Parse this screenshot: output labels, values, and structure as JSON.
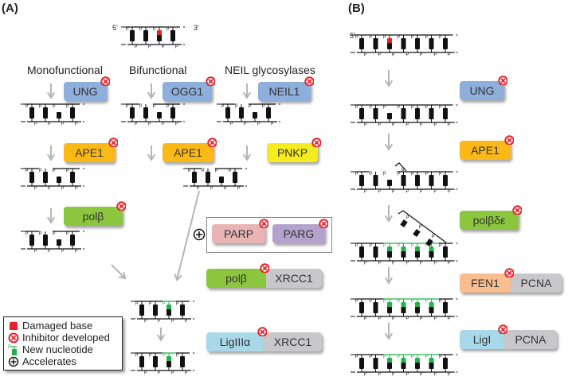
{
  "panels": {
    "A": {
      "label": "(A)",
      "routes": {
        "monofunctional": "Monofunctional",
        "bifunctional": "Bifunctional",
        "neil": "NEIL glycosylases"
      },
      "strand_ends": {
        "five": "5'",
        "three": "3'"
      },
      "enzymes": {
        "ung": "UNG",
        "ogg1": "OGG1",
        "neil1": "NEIL1",
        "ape1_mono": "APE1",
        "ape1_bi": "APE1",
        "pnkp": "PNKP",
        "polb_mono": "polβ",
        "parp": "PARP",
        "parg": "PARG",
        "polb_main": "polβ",
        "xrcc1_a": "XRCC1",
        "lig3": "LigIIIα",
        "xrcc1_b": "XRCC1"
      }
    },
    "B": {
      "label": "(B)",
      "strand_ends": {
        "five": "5'"
      },
      "enzymes": {
        "ung": "UNG",
        "ape1": "APE1",
        "polbde": "polβδε",
        "fen1": "FEN1",
        "pcna_a": "PCNA",
        "lig1": "LigI",
        "pcna_b": "PCNA"
      }
    }
  },
  "legend": {
    "items": [
      {
        "icon": "damaged-base-icon",
        "label": "Damaged base"
      },
      {
        "icon": "inhibitor-icon",
        "label": "Inhibitor developed"
      },
      {
        "icon": "new-nucleotide-icon",
        "label": "New nucleotide"
      },
      {
        "icon": "accelerates-icon",
        "label": "Accelerates"
      }
    ]
  },
  "colors": {
    "glycosylase": "#8eaedb",
    "ape1": "#fbb917",
    "pnkp": "#f4ec1c",
    "polymerase": "#8cc63f",
    "parp": "#e8b4b4",
    "parg": "#b3a2cc",
    "xrcc1": "#c8c8ca",
    "ligase": "#a9d8e8",
    "fen1": "#f8be8f",
    "damaged": "#e8202a",
    "new_nucleotide": "#22b14c",
    "inhibitor": "#e8202a",
    "arrow": "#b5b5b5"
  }
}
